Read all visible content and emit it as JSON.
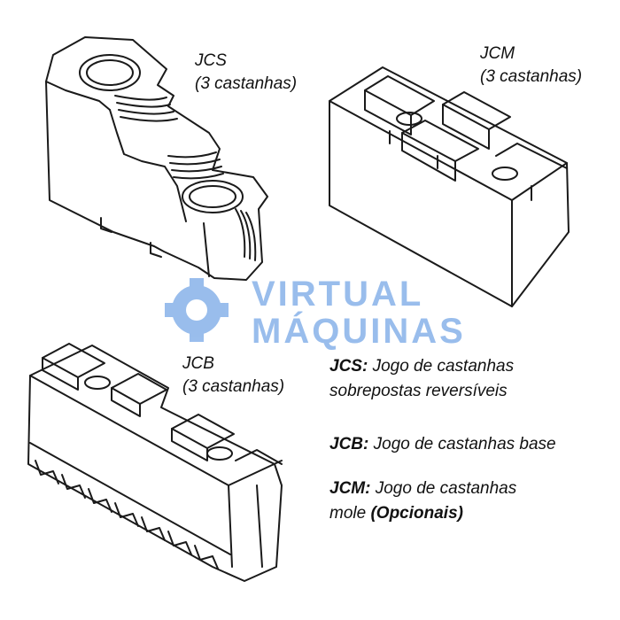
{
  "labels": {
    "jcs": {
      "code": "JCS",
      "desc": "(3 castanhas)"
    },
    "jcm": {
      "code": "JCM",
      "desc": "(3 castanhas)"
    },
    "jcb": {
      "code": "JCB",
      "desc": "(3 castanhas)"
    }
  },
  "legend": [
    {
      "code": "JCS:",
      "line1": "Jogo de castanhas",
      "line2": "sobrepostas reversíveis",
      "tail": ""
    },
    {
      "code": "JCB:",
      "line1": "Jogo de castanhas base",
      "line2": "",
      "tail": ""
    },
    {
      "code": "JCM:",
      "line1": "Jogo de castanhas",
      "line2": "mole",
      "tail": "(Opcionais)"
    }
  ],
  "watermark": {
    "line1": "VIRTUAL",
    "line2": "MÁQUINAS",
    "color": "#1f6fd6",
    "icon": "gear-icon"
  }
}
